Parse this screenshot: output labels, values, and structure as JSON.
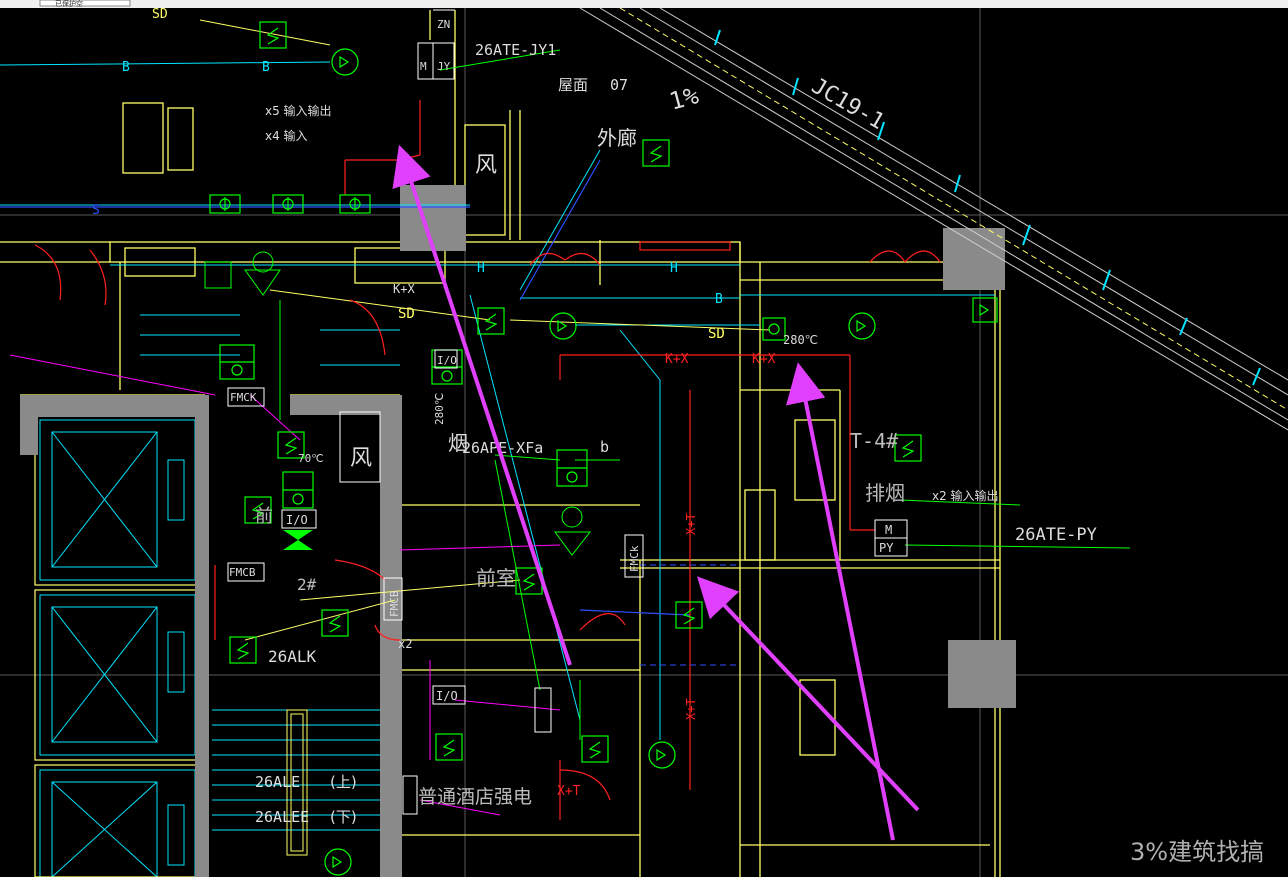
{
  "window": {
    "title_fragment": "已保护空"
  },
  "labels": {
    "panel_jy1": "26ATE-JY1",
    "roof": "屋面",
    "roof_num": "07",
    "slope": "1%",
    "jc": "JC19-1",
    "corridor": "外廊",
    "wind_top": "风",
    "io_5": "x5 输入输出",
    "io_4": "x4 输入",
    "m_box": "M",
    "jy_box": "JY",
    "zn_box": "ZN",
    "b_line": "B",
    "s_line": "S",
    "sd_line": "SD",
    "h_line": "H",
    "kx": "K+X",
    "kx2": "K+X",
    "temp280": "280℃",
    "temp280b": "280℃",
    "temp70": "70℃",
    "fmck_left": "FMCK",
    "fmck_right": "FMCk",
    "fmcb": "FMCB",
    "fmcb2": "FMCB",
    "wind_mid": "风",
    "smoke": "烟",
    "xfa": "26APE-XFa",
    "b_small": "b",
    "front_room": "前室",
    "front_room2": "前",
    "lift": "T-4#",
    "paiyan": "排烟",
    "io_2": "x2 输入输出",
    "py_panel": "26ATE-PY",
    "py_box": "PY",
    "m_box2": "M",
    "x2": "x2",
    "alk": "26ALK",
    "io_box": "I/O",
    "io_box2": "I/O",
    "io_box3": "I/O",
    "ale_up": "26ALE",
    "ale_up_note": "(上)",
    "ale_down": "26ALEE",
    "ale_down_note": "(下)",
    "hotel_power": "普通酒店强电",
    "xt": "X+T",
    "xt2": "X+T",
    "xt3": "X+T",
    "two": "2#",
    "watermark": "3%建筑找搞"
  },
  "colors": {
    "background": "#000000",
    "wall": "#ffff66",
    "device": "#00ff00",
    "cyan_line": "#00e5ff",
    "blue_line": "#2f4fff",
    "red_line": "#ff2020",
    "magenta": "#ff00ff",
    "arrow": "#e040fb",
    "grey_block": "#8a8a8a",
    "white_text": "#dddddd"
  },
  "icons": [
    "switch-icon",
    "fan-icon",
    "valve-icon",
    "arrow-annotation"
  ]
}
